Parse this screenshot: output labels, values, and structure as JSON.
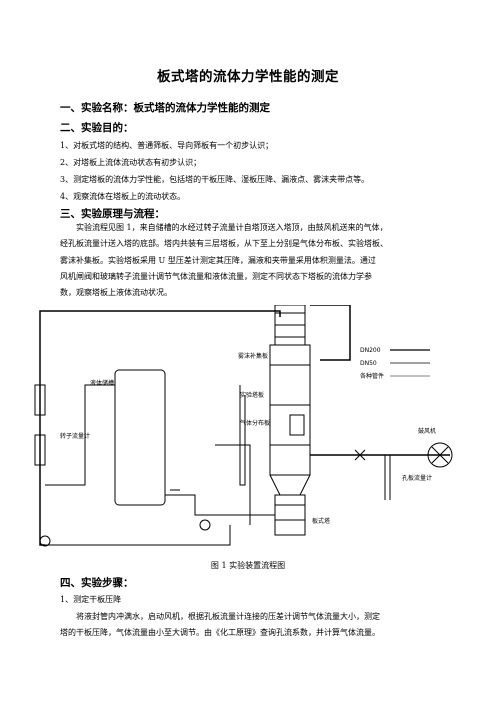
{
  "title": "板式塔的流体力学性能的测定",
  "sections": {
    "s1": "一、实验名称：板式塔的流体力学性能的测定",
    "s2": "二、实验目的：",
    "s3": "三、实验原理与流程：",
    "s4": "四、实验步骤："
  },
  "objectives": [
    "1、对板式塔的结构、普通筛板、导向筛板有一个初步认识；",
    "2、对塔板上流体流动状态有初步认识；",
    "3、测定塔板的流体力学性能，包括塔的干板压降、湿板压降、漏液点、雾沫夹带点等。",
    "4、观察流体在塔板上的流动状态。"
  ],
  "principle_lines": [
    "实验流程见图 1，来自储槽的水经过转子流量计自塔顶送入塔顶，由鼓风机送来的气体，",
    "经孔板流量计送入塔的底部。塔内共装有三层塔板，从下至上分别是气体分布板、实验塔板、",
    "雾沫补集板。实验塔板采用 U 型压差计测定其压降，漏液和夹带量采用体积测量法。通过",
    "风机闸阀和玻璃转子流量计调节气体流量和液体流量，测定不同状态下塔板的流体力学参",
    "数，观察塔板上液体流动状况。"
  ],
  "figure": {
    "labels": {
      "mist": "雾沫补集板",
      "test_plate": "实验塔板",
      "gas_dist": "气体分布板",
      "tank": "液体储槽",
      "rotameter": "转子流量计",
      "blower": "鼓风机",
      "orifice": "孔板流量计",
      "column": "板式塔"
    },
    "legend": [
      "DN200",
      "DN50",
      "各种管件"
    ],
    "caption": "图 1  实验装置流程图"
  },
  "steps": {
    "step1_title": "1、测定干板压降",
    "step1_lines": [
      "将液封管内冲满水，启动风机，根据孔板流量计连接的压差计调节气体流量大小，测定",
      "塔的干板压降，气体流量由小至大调节。由《化工原理》查询孔流系数，并计算气体流量。"
    ]
  }
}
